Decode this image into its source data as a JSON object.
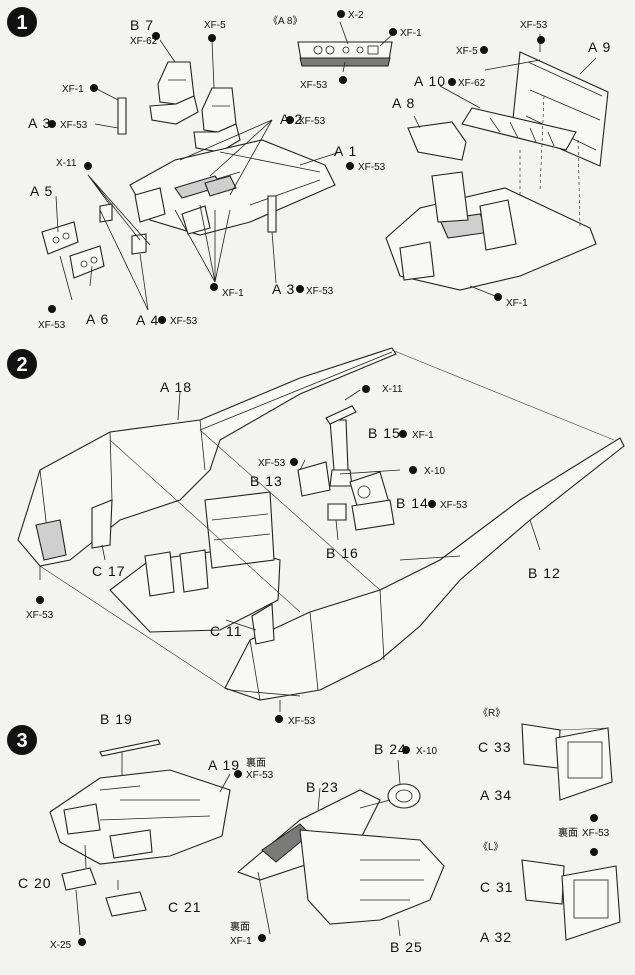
{
  "steps": [
    {
      "number": "1"
    },
    {
      "number": "2"
    },
    {
      "number": "3"
    }
  ],
  "step1": {
    "inset_title": "《A 8》",
    "labels": {
      "b7": "B 7",
      "xf62a": "XF-62",
      "xf5a": "XF-5",
      "xf1a": "XF-1",
      "a3a": "A 3",
      "xf53a": "XF-53",
      "x11a": "X-11",
      "a5": "A 5",
      "xf53b": "XF-53",
      "a6": "A 6",
      "a4": "A 4",
      "xf53c": "XF-53",
      "a2": "A 2",
      "xf53d": "XF-53",
      "a1": "A 1",
      "xf53e": "XF-53",
      "xf1b": "XF-1",
      "a3b": "A 3",
      "xf53f": "XF-53",
      "inset_x2": "X-2",
      "inset_xf1": "XF-1",
      "inset_xf53": "XF-53",
      "xf53g": "XF-53",
      "xf5b": "XF-5",
      "a9": "A 9",
      "a10": "A 10",
      "xf62b": "XF-62",
      "a8": "A 8",
      "xf1c": "XF-1"
    }
  },
  "step2": {
    "labels": {
      "a18": "A 18",
      "x11": "X-11",
      "b15": "B 15",
      "xf1": "XF-1",
      "xf53a": "XF-53",
      "x10": "X-10",
      "b13": "B 13",
      "b14": "B 14",
      "xf53b": "XF-53",
      "b16": "B 16",
      "c17": "C 17",
      "xf53c": "XF-53",
      "b12": "B 12",
      "c11": "C 11",
      "xf53d": "XF-53"
    }
  },
  "step3": {
    "labels": {
      "b19": "B 19",
      "a19": "A 19",
      "underside_a": "裏面",
      "xf53a": "XF-53",
      "b24": "B 24",
      "x10": "X-10",
      "b23": "B 23",
      "c20": "C 20",
      "c21": "C 21",
      "x25": "X-25",
      "underside_b": "裏面",
      "xf1": "XF-1",
      "b25": "B 25",
      "r_title": "《R》",
      "c33": "C 33",
      "a34": "A 34",
      "underside_c": "裏面",
      "xf53b": "XF-53",
      "l_title": "《L》",
      "c31": "C 31",
      "a32": "A 32"
    }
  }
}
